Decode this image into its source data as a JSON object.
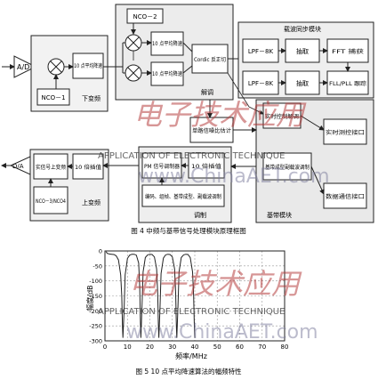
{
  "figure4": {
    "caption": "图 4  中频与基带信号处理模块原理框图",
    "inputs": {
      "ad": "A/D",
      "da": "D/A"
    },
    "downconv": {
      "title": "下变频",
      "filter": "10 点平均降速",
      "nco": "NCO－1"
    },
    "demod": {
      "title": "解调",
      "nco": "NCO－2",
      "filter_top": "10 点平均降速",
      "filter_bottom": "10 点平均降速",
      "cordic": "Cordic 反正切"
    },
    "carrier_sync": {
      "title": "载波同步模块",
      "lpf1": "LPF－8K",
      "lpf2": "LPF－8K",
      "decim1": "抽取",
      "decim2": "抽取",
      "fft": "FFT 捕获",
      "fll": "FLL/PLL 跟踪"
    },
    "baseband": {
      "title": "基带模块",
      "realtime_ctrl": "实时控制解调",
      "noise_est": "单路信噪比估计",
      "realtime_tm": "实时测控接口",
      "baseband_mod": "基带成型副载波调制",
      "data_comm": "数据通信接口"
    },
    "modulation": {
      "title": "调制",
      "pm": "PM 信号调制器",
      "interp": "10 倍插值",
      "encode": "编码、组帧、基带成型、副载波调制"
    },
    "upconv": {
      "title": "上变频",
      "signal_up": "实信号上变频",
      "interp": "10 倍插值",
      "nco": "NCO－3/NCO4"
    }
  },
  "figure5": {
    "caption": "图 5  10 点平均降速算法的幅频特性",
    "chart_data": {
      "type": "line",
      "title": "",
      "xlabel": "频率/MHz",
      "ylabel": "幅度/dB",
      "xlim": [
        0,
        80
      ],
      "ylim": [
        -300,
        0
      ],
      "xticks": [
        0,
        10,
        20,
        30,
        40,
        50,
        60,
        70,
        80
      ],
      "yticks": [
        0,
        -50,
        -100,
        -150,
        -200,
        -250,
        -300
      ],
      "xtick_labels": [
        "0",
        "10",
        "20",
        "30",
        "40",
        "50",
        "60",
        "70",
        "80"
      ],
      "ytick_labels": [
        "0",
        "-50",
        "-100",
        "-150",
        "-200",
        "-250",
        "-300"
      ],
      "grid": true,
      "series": [
        {
          "color": "#222222",
          "x": [
            0.5,
            1,
            2,
            3,
            4,
            5,
            6,
            7,
            7.5,
            7.8,
            8,
            8.5,
            9,
            10,
            11,
            12,
            13,
            14,
            15,
            15.5,
            15.8,
            16,
            16.5,
            17,
            18,
            19,
            20,
            21,
            22,
            23,
            23.5,
            23.8,
            24,
            24.5,
            25,
            26,
            27,
            28,
            29,
            30,
            31,
            31.5,
            31.8,
            32,
            32.5,
            33,
            34,
            35,
            36,
            37,
            38,
            39,
            39.5,
            39.8,
            40
          ],
          "y": [
            -2,
            -8,
            -10,
            -11,
            -12,
            -16,
            -30,
            -80,
            -150,
            -250,
            -290,
            -200,
            -80,
            -25,
            -14,
            -11,
            -11,
            -14,
            -40,
            -120,
            -240,
            -290,
            -180,
            -70,
            -22,
            -13,
            -11,
            -12,
            -20,
            -60,
            -140,
            -250,
            -290,
            -190,
            -75,
            -24,
            -13,
            -11,
            -12,
            -20,
            -60,
            -140,
            -250,
            -290,
            -185,
            -70,
            -22,
            -13,
            -11,
            -12,
            -22,
            -70,
            -150,
            -250,
            -290
          ]
        }
      ]
    }
  },
  "watermark": {
    "brand": "电子技术应用",
    "english": "APPLICATION OF ELECTRONIC TECHNIQUE",
    "url": "www.ChinaAET.com"
  }
}
